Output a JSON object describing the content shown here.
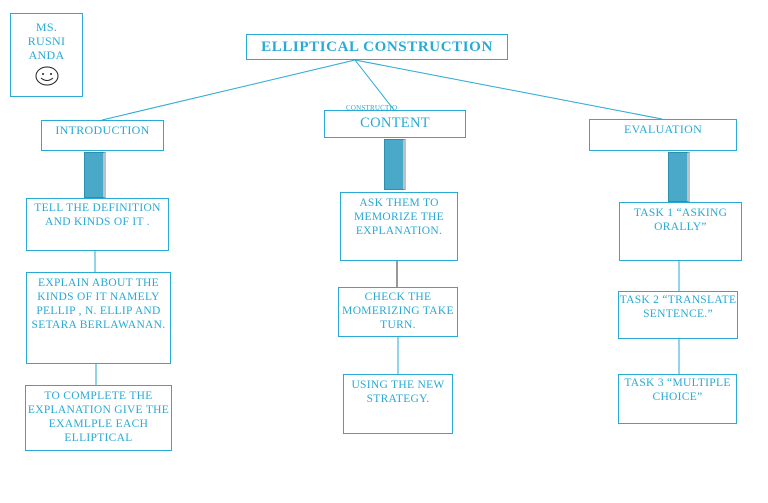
{
  "author": {
    "lines": [
      "MS.",
      "RUSNI",
      "ANDA"
    ],
    "icon": "smiley-face-icon"
  },
  "title": "ELLIPTICAL CONSTRUCTION",
  "columns": [
    {
      "heading": "INTRODUCTION",
      "steps": [
        "TELL THE DEFINITION AND KINDS OF IT .",
        "EXPLAIN ABOUT THE KINDS OF IT NAMELY PELLIP , N. ELLIP AND SETARA BERLAWANAN.",
        "TO COMPLETE THE EXPLANATION GIVE THE EXAMLPLE EACH ELLIPTICAL"
      ]
    },
    {
      "heading": "CONTENT",
      "hidden_label": "CONSTRUCTIO",
      "steps": [
        "ASK THEM TO MEMORIZE THE EXPLANATION.",
        "CHECK THE MOMERIZING TAKE TURN.",
        "USING THE NEW STRATEGY."
      ]
    },
    {
      "heading": "EVALUATION",
      "steps": [
        "TASK 1 “ASKING ORALLY”",
        "TASK 2 “TRANSLATE SENTENCE.”",
        "TASK 3 “MULTIPLE CHOICE”"
      ]
    }
  ],
  "colors": {
    "line": "#29a9d6",
    "bar": "#4aa9c8",
    "text": "#29a9d6",
    "dark_connector": "#333333"
  }
}
